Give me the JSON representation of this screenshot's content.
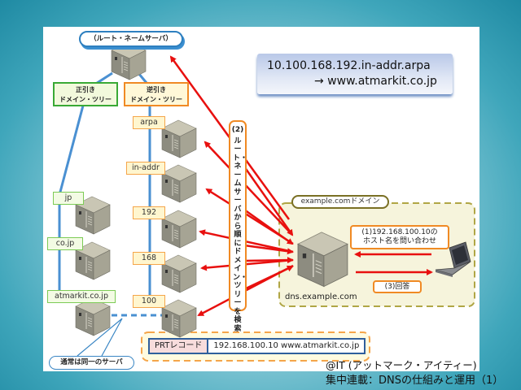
{
  "root_server": {
    "label": "（ルート・ネームサーバ）"
  },
  "trees": {
    "forward": {
      "line1": "正引き",
      "line2": "ドメイン・ツリー",
      "color": "#39a935"
    },
    "reverse": {
      "line1": "逆引き",
      "line2": "ドメイン・ツリー",
      "color": "#f08a24"
    }
  },
  "reverse_nodes": [
    "arpa",
    "in-addr",
    "192",
    "168",
    "100"
  ],
  "forward_nodes": [
    "jp",
    "co.jp",
    "atmarkit.co.jp"
  ],
  "query_box": {
    "line1": "10.100.168.192.in-addr.arpa",
    "line2": "→ www.atmarkit.co.jp"
  },
  "step2": {
    "num": "(2)",
    "text": "ルート・ネームサーバから順にドメイン・ツリーを検索"
  },
  "domain": {
    "tag": "example.comドメイン",
    "server_name": "dns.example.com",
    "step1_line1": "(1)192.168.100.10の",
    "step1_line2": "ホスト名を問い合わせ",
    "step3": "(3)回答"
  },
  "prt_record": {
    "key": "PRTレコード",
    "value": "192.168.100.10 www.atmarkit.co.jp"
  },
  "same_server_note": "通常は同一のサーバ",
  "caption": {
    "line1": "@IT (アットマーク・アイティー)",
    "line2": "集中連載：DNSの仕組みと運用（1）"
  },
  "colors": {
    "arrow": "#e8100f",
    "tree_line": "#4a90d2",
    "domain_fill": "#f6f4dc",
    "domain_border": "#b0a645",
    "prt_fill": "#fffbe0",
    "prt_border": "#f5a54a"
  }
}
